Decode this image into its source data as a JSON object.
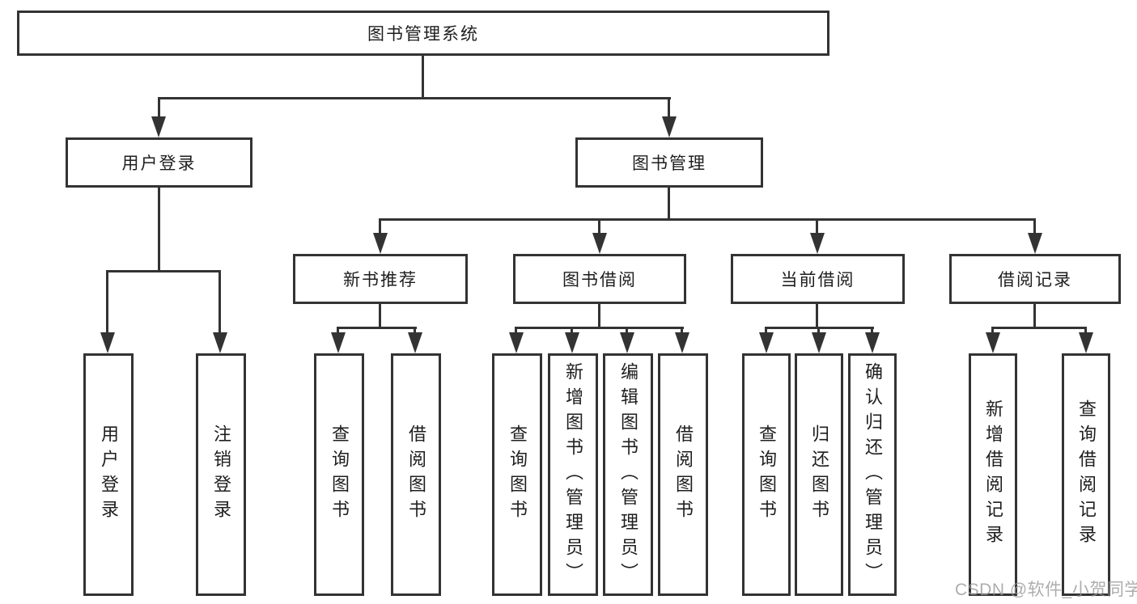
{
  "diagram": {
    "accent_line_color": "#333333",
    "watermark": "CSDN @软件_小贺同学",
    "nodes": {
      "root": {
        "label": "图书管理系统"
      },
      "user_login": {
        "label": "用户登录"
      },
      "book_mgmt": {
        "label": "图书管理"
      },
      "new_book_rec": {
        "label": "新书推荐"
      },
      "book_borrow": {
        "label": "图书借阅"
      },
      "current_borrow": {
        "label": "当前借阅"
      },
      "borrow_records": {
        "label": "借阅记录"
      },
      "leaf_user_login": {
        "label": "用户登录"
      },
      "leaf_logout": {
        "label": "注销登录"
      },
      "leaf_nbr_query": {
        "label": "查询图书"
      },
      "leaf_nbr_borrow": {
        "label": "借阅图书"
      },
      "leaf_bb_query": {
        "label": "查询图书"
      },
      "leaf_bb_add": {
        "label": "新增图书（管理员）"
      },
      "leaf_bb_edit": {
        "label": "编辑图书（管理员）"
      },
      "leaf_bb_borrow": {
        "label": "借阅图书"
      },
      "leaf_cb_query": {
        "label": "查询图书"
      },
      "leaf_cb_return": {
        "label": "归还图书"
      },
      "leaf_cb_confirm": {
        "label": "确认归还（管理员）"
      },
      "leaf_br_add": {
        "label": "新增借阅记录"
      },
      "leaf_br_query": {
        "label": "查询借阅记录"
      }
    }
  }
}
